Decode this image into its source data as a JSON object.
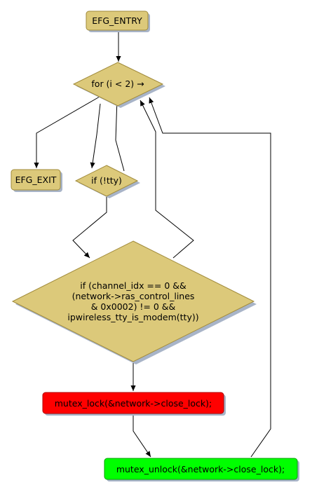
{
  "colors": {
    "node_fill": "#dcc97a",
    "node_stroke": "#a08a3a",
    "shadow": "#a8b4c8",
    "lock_fill": "#ff0000",
    "lock_stroke": "#b00000",
    "unlock_fill": "#00ff00",
    "unlock_stroke": "#00a000",
    "edge": "#000000",
    "background": "#ffffff"
  },
  "nodes": {
    "entry": {
      "label": "EFG_ENTRY"
    },
    "for_loop": {
      "label": "for (i < 2) →"
    },
    "exit": {
      "label": "EFG_EXIT"
    },
    "if_tty": {
      "label": "if (!tty)"
    },
    "if_channel": {
      "lines": [
        "if (channel_idx == 0 &&",
        "(network->ras_control_lines",
        "& 0x0002) != 0 &&",
        "ipwireless_tty_is_modem(tty))"
      ]
    },
    "lock": {
      "label": "mutex_lock(&network->close_lock);"
    },
    "unlock": {
      "label": "mutex_unlock(&network->close_lock);"
    }
  }
}
